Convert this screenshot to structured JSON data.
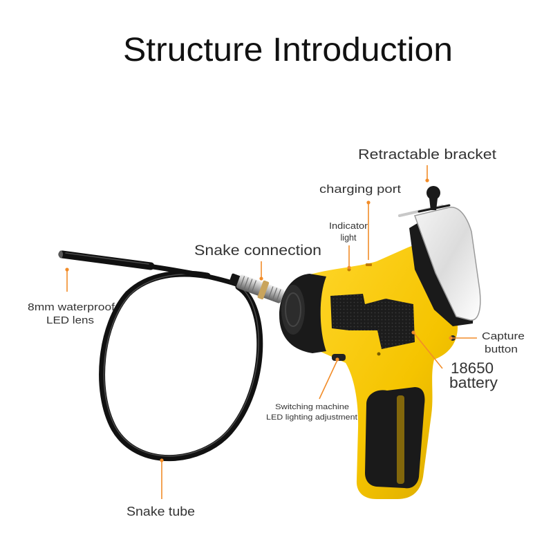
{
  "title": "Structure Introduction",
  "callouts": {
    "retractable_bracket": {
      "line1": "Retractable bracket"
    },
    "charging_port": {
      "line1": "charging port"
    },
    "indicator_light": {
      "line1": "Indicator",
      "line2": "light"
    },
    "snake_connection": {
      "line1": "Snake connection"
    },
    "led_lens": {
      "line1": "8mm waterproof",
      "line2": "LED lens"
    },
    "capture_button": {
      "line1": "Capture",
      "line2": "button"
    },
    "battery": {
      "line1": "18650",
      "line2": "battery"
    },
    "switching": {
      "line1": "Switching machine",
      "line2": "LED lighting adjustment"
    },
    "snake_tube": {
      "line1": "Snake tube"
    }
  },
  "colors": {
    "accent": "#f28c28",
    "body": "#f5c400",
    "grip": "#1a1a1a",
    "text": "#333333",
    "title": "#111111"
  }
}
